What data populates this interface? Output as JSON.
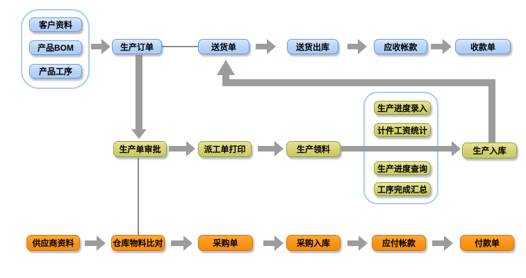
{
  "nodes": {
    "customer_data": "客户资料",
    "product_bom": "产品BOM",
    "product_process": "产品工序",
    "production_order": "生产订单",
    "delivery_note": "送货单",
    "delivery_out": "送货出库",
    "receivables": "应收帐款",
    "receipt": "收款单",
    "production_approval": "生产单审批",
    "work_order_print": "派工单打印",
    "material_requisition": "生产领料",
    "production_in": "生产入库",
    "progress_entry": "生产进度录入",
    "piecework_stats": "计件工资统计",
    "progress_query": "生产进度查询",
    "process_summary": "工序完成汇总",
    "supplier_data": "供应商资料",
    "warehouse_compare": "仓库物料比对",
    "purchase_order": "采购单",
    "purchase_in": "采购入库",
    "payables": "应付帐款",
    "payment": "付款单"
  },
  "colors": {
    "node_blue_fill": "#b9d3f8",
    "node_blue_border": "#6e9ad2",
    "node_olive_fill": "#d3d272",
    "node_olive_border": "#97a040",
    "node_orange_fill": "#fb9416",
    "node_orange_border": "#d17307",
    "group_border": "#a9cdee",
    "arrow_gray": "#9c9c9c",
    "line_gray": "#8a8a8a",
    "background": "#ffffff"
  },
  "edges": [
    {
      "from": "master_data_group",
      "to": "production_order",
      "style": "thick-arrow"
    },
    {
      "from": "production_order",
      "to": "delivery_note",
      "style": "thin-line"
    },
    {
      "from": "delivery_note",
      "to": "delivery_out",
      "style": "thick-arrow"
    },
    {
      "from": "delivery_out",
      "to": "receivables",
      "style": "thick-arrow"
    },
    {
      "from": "receivables",
      "to": "receipt",
      "style": "thick-arrow"
    },
    {
      "from": "production_order",
      "to": "production_approval",
      "style": "thick-arrow"
    },
    {
      "from": "production_approval",
      "to": "work_order_print",
      "style": "thick-arrow"
    },
    {
      "from": "work_order_print",
      "to": "material_requisition",
      "style": "thick-arrow"
    },
    {
      "from": "material_requisition",
      "to": "production_in",
      "style": "thick-arrow"
    },
    {
      "from": "production_in",
      "to": "delivery_note",
      "style": "thick-elbow-arrow"
    },
    {
      "from": "production_approval",
      "to": "warehouse_compare",
      "style": "thin-line"
    },
    {
      "from": "supplier_data",
      "to": "warehouse_compare",
      "style": "thick-arrow"
    },
    {
      "from": "warehouse_compare",
      "to": "purchase_order",
      "style": "thick-arrow"
    },
    {
      "from": "purchase_order",
      "to": "purchase_in",
      "style": "thick-arrow"
    },
    {
      "from": "purchase_in",
      "to": "payables",
      "style": "thick-arrow"
    },
    {
      "from": "payables",
      "to": "payment",
      "style": "thick-arrow"
    }
  ]
}
